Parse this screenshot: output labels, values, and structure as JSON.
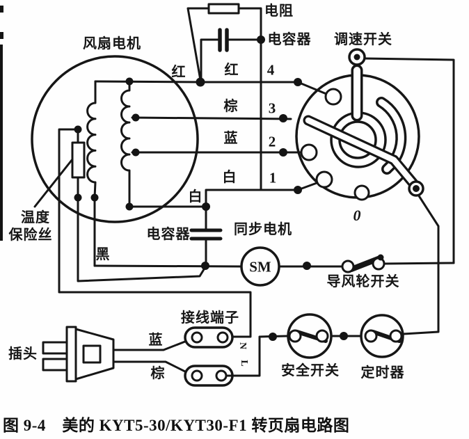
{
  "figure": {
    "caption": "图 9-4　美的 KYT5-30/KYT30-F1 转页扇电路图",
    "colors": {
      "line": "#161616",
      "background": "#fefefe"
    },
    "labels": {
      "fan_motor": "风扇电机",
      "resistor": "电阻",
      "capacitor_top": "电容器",
      "speed_switch": "调速开关",
      "red_left": "红",
      "red_right": "红",
      "brown": "棕",
      "blue": "蓝",
      "white_col": "白",
      "white_motor": "白",
      "black": "黑",
      "temp_fuse_line1": "温度",
      "temp_fuse_line2": "保险丝",
      "capacitor_bottom": "电容器",
      "sync_motor": "同步电机",
      "sm": "SM",
      "deflector_switch": "导风轮开关",
      "terminal_block": "接线端子",
      "plug": "插头",
      "blue_cord": "蓝",
      "brown_cord": "棕",
      "n_mark": "N",
      "l_mark": "L",
      "safety_switch": "安全开关",
      "timer": "定时器",
      "pos4": "4",
      "pos3": "3",
      "pos2": "2",
      "pos1": "1",
      "pos0": "0"
    },
    "switch_positions": [
      "4",
      "3",
      "2",
      "1",
      "0"
    ]
  }
}
